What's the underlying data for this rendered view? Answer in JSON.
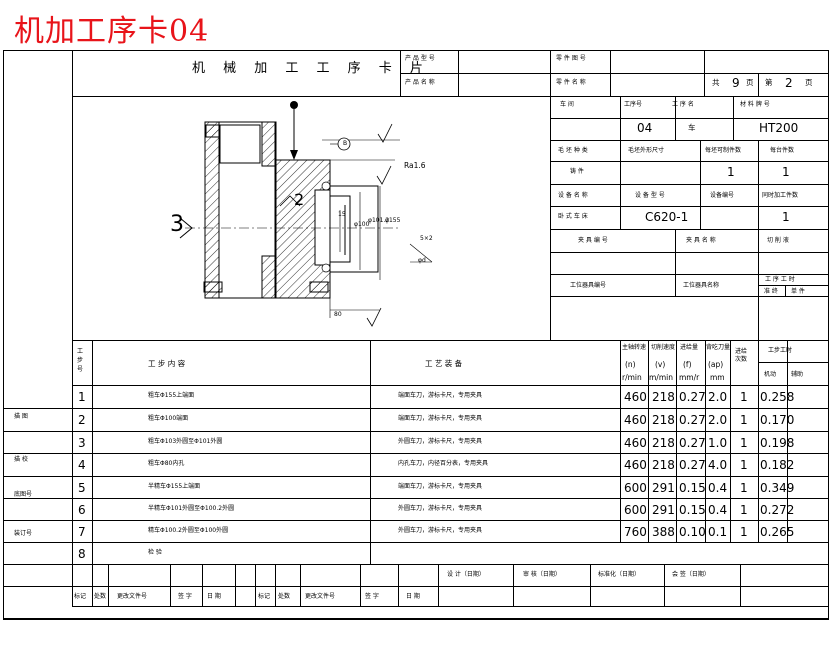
{
  "watermark_title": "机加工序卡04",
  "header": {
    "card_title": "机 械 加 工 工 序 卡 片",
    "product_model_label": "产 品 型 号",
    "product_name_label": "产 品 名 称",
    "part_drawing_no_label": "零 件 图 号",
    "part_name_label": "零 件 名 称",
    "total_label": "共",
    "total_value": "9",
    "page_unit_label": "页",
    "sheet_label": "第",
    "sheet_value": "2",
    "sheet_unit_label": "页"
  },
  "info": {
    "workshop_label": "车   间",
    "process_no_label": "工序号",
    "process_name_label": "工   序   名",
    "material_label": "材 料 牌 号",
    "process_no_value": "04",
    "process_name_value": "车",
    "material_value": "HT200",
    "blank_type_label": "毛 坯 种 类",
    "blank_size_label": "毛坯外形尺寸",
    "parts_per_blank_label": "每坯可制件数",
    "parts_per_unit_label": "每台件数",
    "blank_type_value": "铸 件",
    "parts_per_blank_value": "1",
    "parts_per_unit_value": "1",
    "equipment_name_label": "设 备 名 称",
    "equipment_model_label": "设 备 型 号",
    "equipment_no_label": "设备编号",
    "simultaneous_label": "同时加工件数",
    "equipment_name_value": "卧 式 车 床",
    "equipment_model_value": "C620-1",
    "simultaneous_value": "1",
    "fixture_no_label": "夹   具   编   号",
    "fixture_name_label": "夹 具 名 称",
    "coolant_label": "切 削 液",
    "station_tool_no_label": "工位器具编号",
    "station_tool_name_label": "工位器具名称",
    "process_time_label": "工 序 工 时",
    "time_standard_label": "准 终",
    "time_unit_label": "单 件"
  },
  "drawing": {
    "datum_label": "B",
    "roughness_label": "Ra1.6",
    "step_label": "2",
    "clamp_label": "3",
    "dim_labels": [
      "15",
      "φ100",
      "φ101.2",
      "φ155",
      "80",
      "5×2",
      "φd"
    ]
  },
  "steps_header": {
    "step_no": "工步号",
    "content": "工     步     内     容",
    "equipment": "工     艺     装     备",
    "spindle_speed_label": "主轴转速",
    "spindle_speed_unit": "r/min",
    "spindle_speed_symbol": "(n)",
    "cutting_speed_label": "切削速度",
    "cutting_speed_unit": "m/min",
    "cutting_speed_symbol": "(v)",
    "feed_label": "进给量",
    "feed_unit": "mm/r",
    "feed_symbol": "(f)",
    "depth_label": "背吃刀量",
    "depth_unit": "mm",
    "depth_symbol": "(ap)",
    "passes_label": "进给次数",
    "work_hours_label": "工步工时",
    "machine_label": "机动",
    "aux_label": "辅助"
  },
  "steps": [
    {
      "no": "1",
      "content": "粗车Φ155上端面",
      "equipment": "端面车刀，游标卡尺，专用夹具",
      "n": "460",
      "v": "218",
      "f": "0.27",
      "ap": "2.0",
      "passes": "1",
      "machine": "0.258",
      "aux": ""
    },
    {
      "no": "2",
      "content": "粗车Φ100端面",
      "equipment": "端面车刀，游标卡尺，专用夹具",
      "n": "460",
      "v": "218",
      "f": "0.27",
      "ap": "2.0",
      "passes": "1",
      "machine": "0.170",
      "aux": ""
    },
    {
      "no": "3",
      "content": "粗车Φ103外圆至Φ101外圆",
      "equipment": "外圆车刀，游标卡尺，专用夹具",
      "n": "460",
      "v": "218",
      "f": "0.27",
      "ap": "1.0",
      "passes": "1",
      "machine": "0.198",
      "aux": ""
    },
    {
      "no": "4",
      "content": "粗车Φ80内孔",
      "equipment": "内孔车刀，内径百分表，专用夹具",
      "n": "460",
      "v": "218",
      "f": "0.27",
      "ap": "4.0",
      "passes": "1",
      "machine": "0.182",
      "aux": ""
    },
    {
      "no": "5",
      "content": "半精车Φ155上端面",
      "equipment": "端面车刀，游标卡尺，专用夹具",
      "n": "600",
      "v": "291",
      "f": "0.15",
      "ap": "0.4",
      "passes": "1",
      "machine": "0.349",
      "aux": ""
    },
    {
      "no": "6",
      "content": "半精车Φ101外圆至Φ100.2外圆",
      "equipment": "外圆车刀，游标卡尺，专用夹具",
      "n": "600",
      "v": "291",
      "f": "0.15",
      "ap": "0.4",
      "passes": "1",
      "machine": "0.272",
      "aux": ""
    },
    {
      "no": "7",
      "content": "精车Φ100.2外圆至Φ100外圆",
      "equipment": "外圆车刀，游标卡尺，专用夹具",
      "n": "760",
      "v": "388",
      "f": "0.10",
      "ap": "0.1",
      "passes": "1",
      "machine": "0.265",
      "aux": ""
    },
    {
      "no": "8",
      "content": "检 验",
      "equipment": "",
      "n": "",
      "v": "",
      "f": "",
      "ap": "",
      "passes": "",
      "machine": "",
      "aux": ""
    }
  ],
  "side_labels": [
    "描   图",
    "描   校",
    "底图号",
    "装订号"
  ],
  "footer": {
    "design_label": "设   计（日期）",
    "review_label": "审   核（日期）",
    "standard_label": "标准化（日期）",
    "sign_label": "会   签（日期）",
    "cols": [
      "标记",
      "处数",
      "更改文件号",
      "签   字",
      "日   期",
      "标记",
      "处数",
      "更改文件号",
      "签   字",
      "日   期"
    ]
  }
}
